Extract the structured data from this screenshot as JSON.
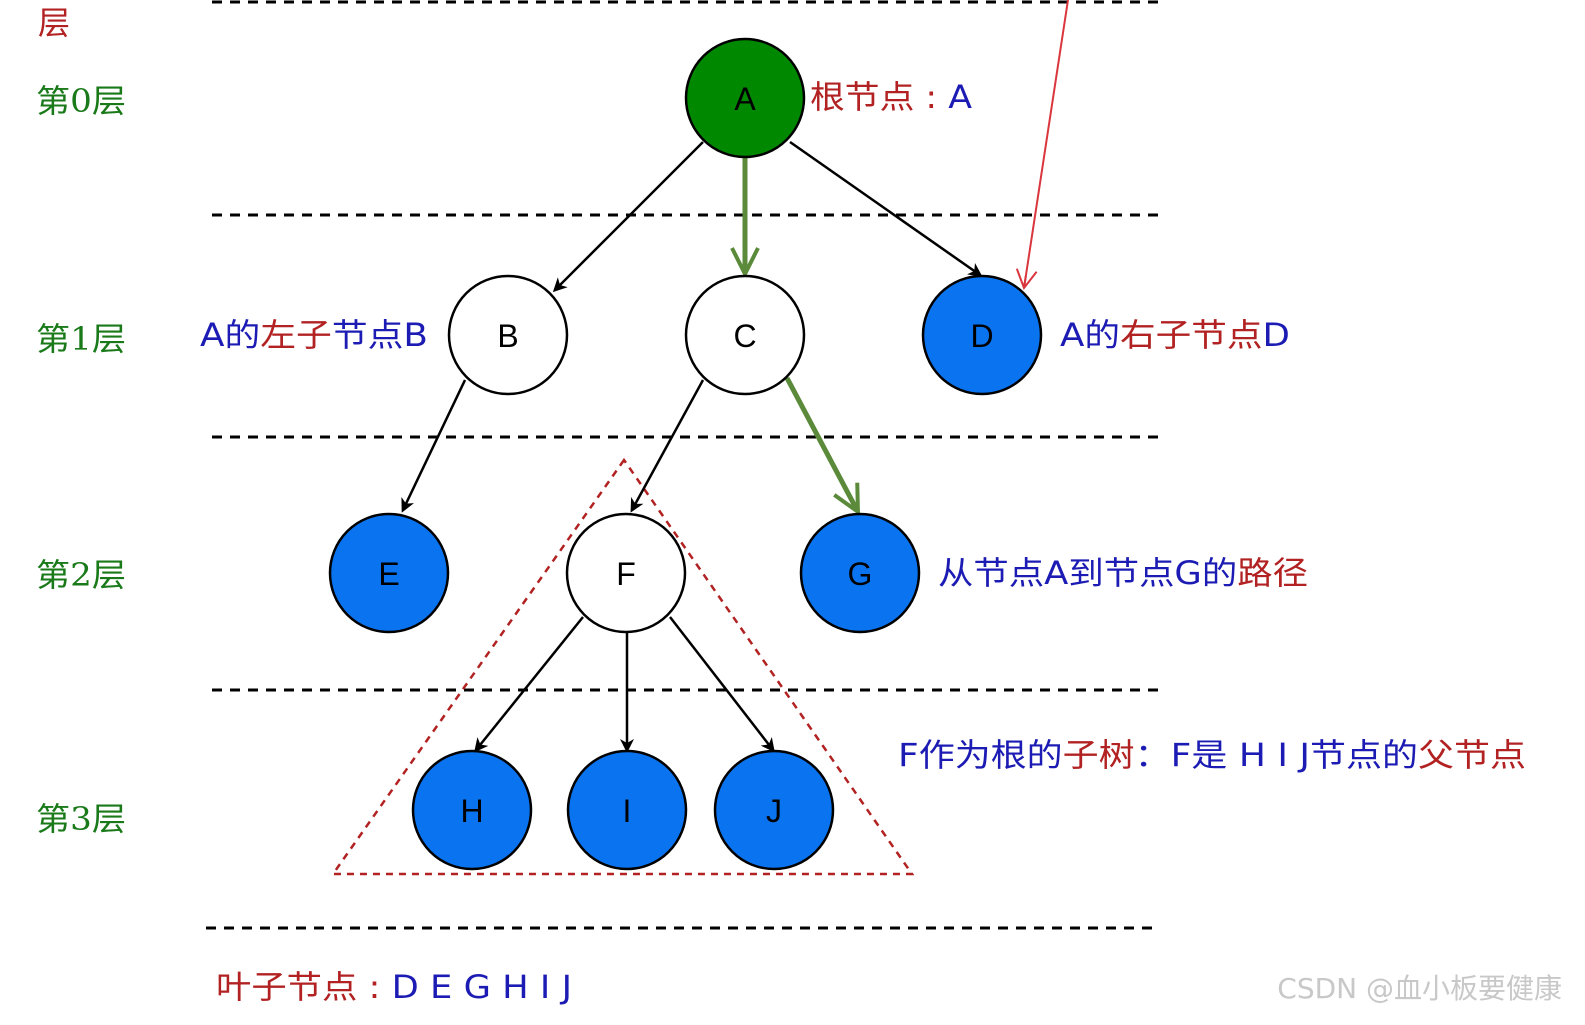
{
  "levels": {
    "heading": "层",
    "l0": "第0层",
    "l1": "第1层",
    "l2": "第2层",
    "l3": "第3层"
  },
  "nodes": {
    "A": "A",
    "B": "B",
    "C": "C",
    "D": "D",
    "E": "E",
    "F": "F",
    "G": "G",
    "H": "H",
    "I": "I",
    "J": "J"
  },
  "annotations": {
    "root": [
      "根节点 : ",
      "A"
    ],
    "left_child": [
      "A",
      "的",
      "左子",
      "节点",
      "B"
    ],
    "right_child": [
      "A",
      "的",
      "右子",
      "节点",
      "D"
    ],
    "path": [
      "从节点A到节点G的",
      "路径"
    ],
    "subtree": [
      "F作为根的",
      "子树",
      "：F是 H I J节点的",
      "父",
      "节点"
    ],
    "leaves": [
      "叶子节点 : ",
      "D E G H I J"
    ]
  },
  "watermark": "CSDN @血小板要健康",
  "colors": {
    "root_fill": "#008800",
    "leaf_fill": "#0a74f0",
    "inner_fill": "#ffffff",
    "path_green": "#5a8a3a",
    "red": "#b22222",
    "blue": "#1c1cb4",
    "level_green": "#1a7a1a"
  }
}
